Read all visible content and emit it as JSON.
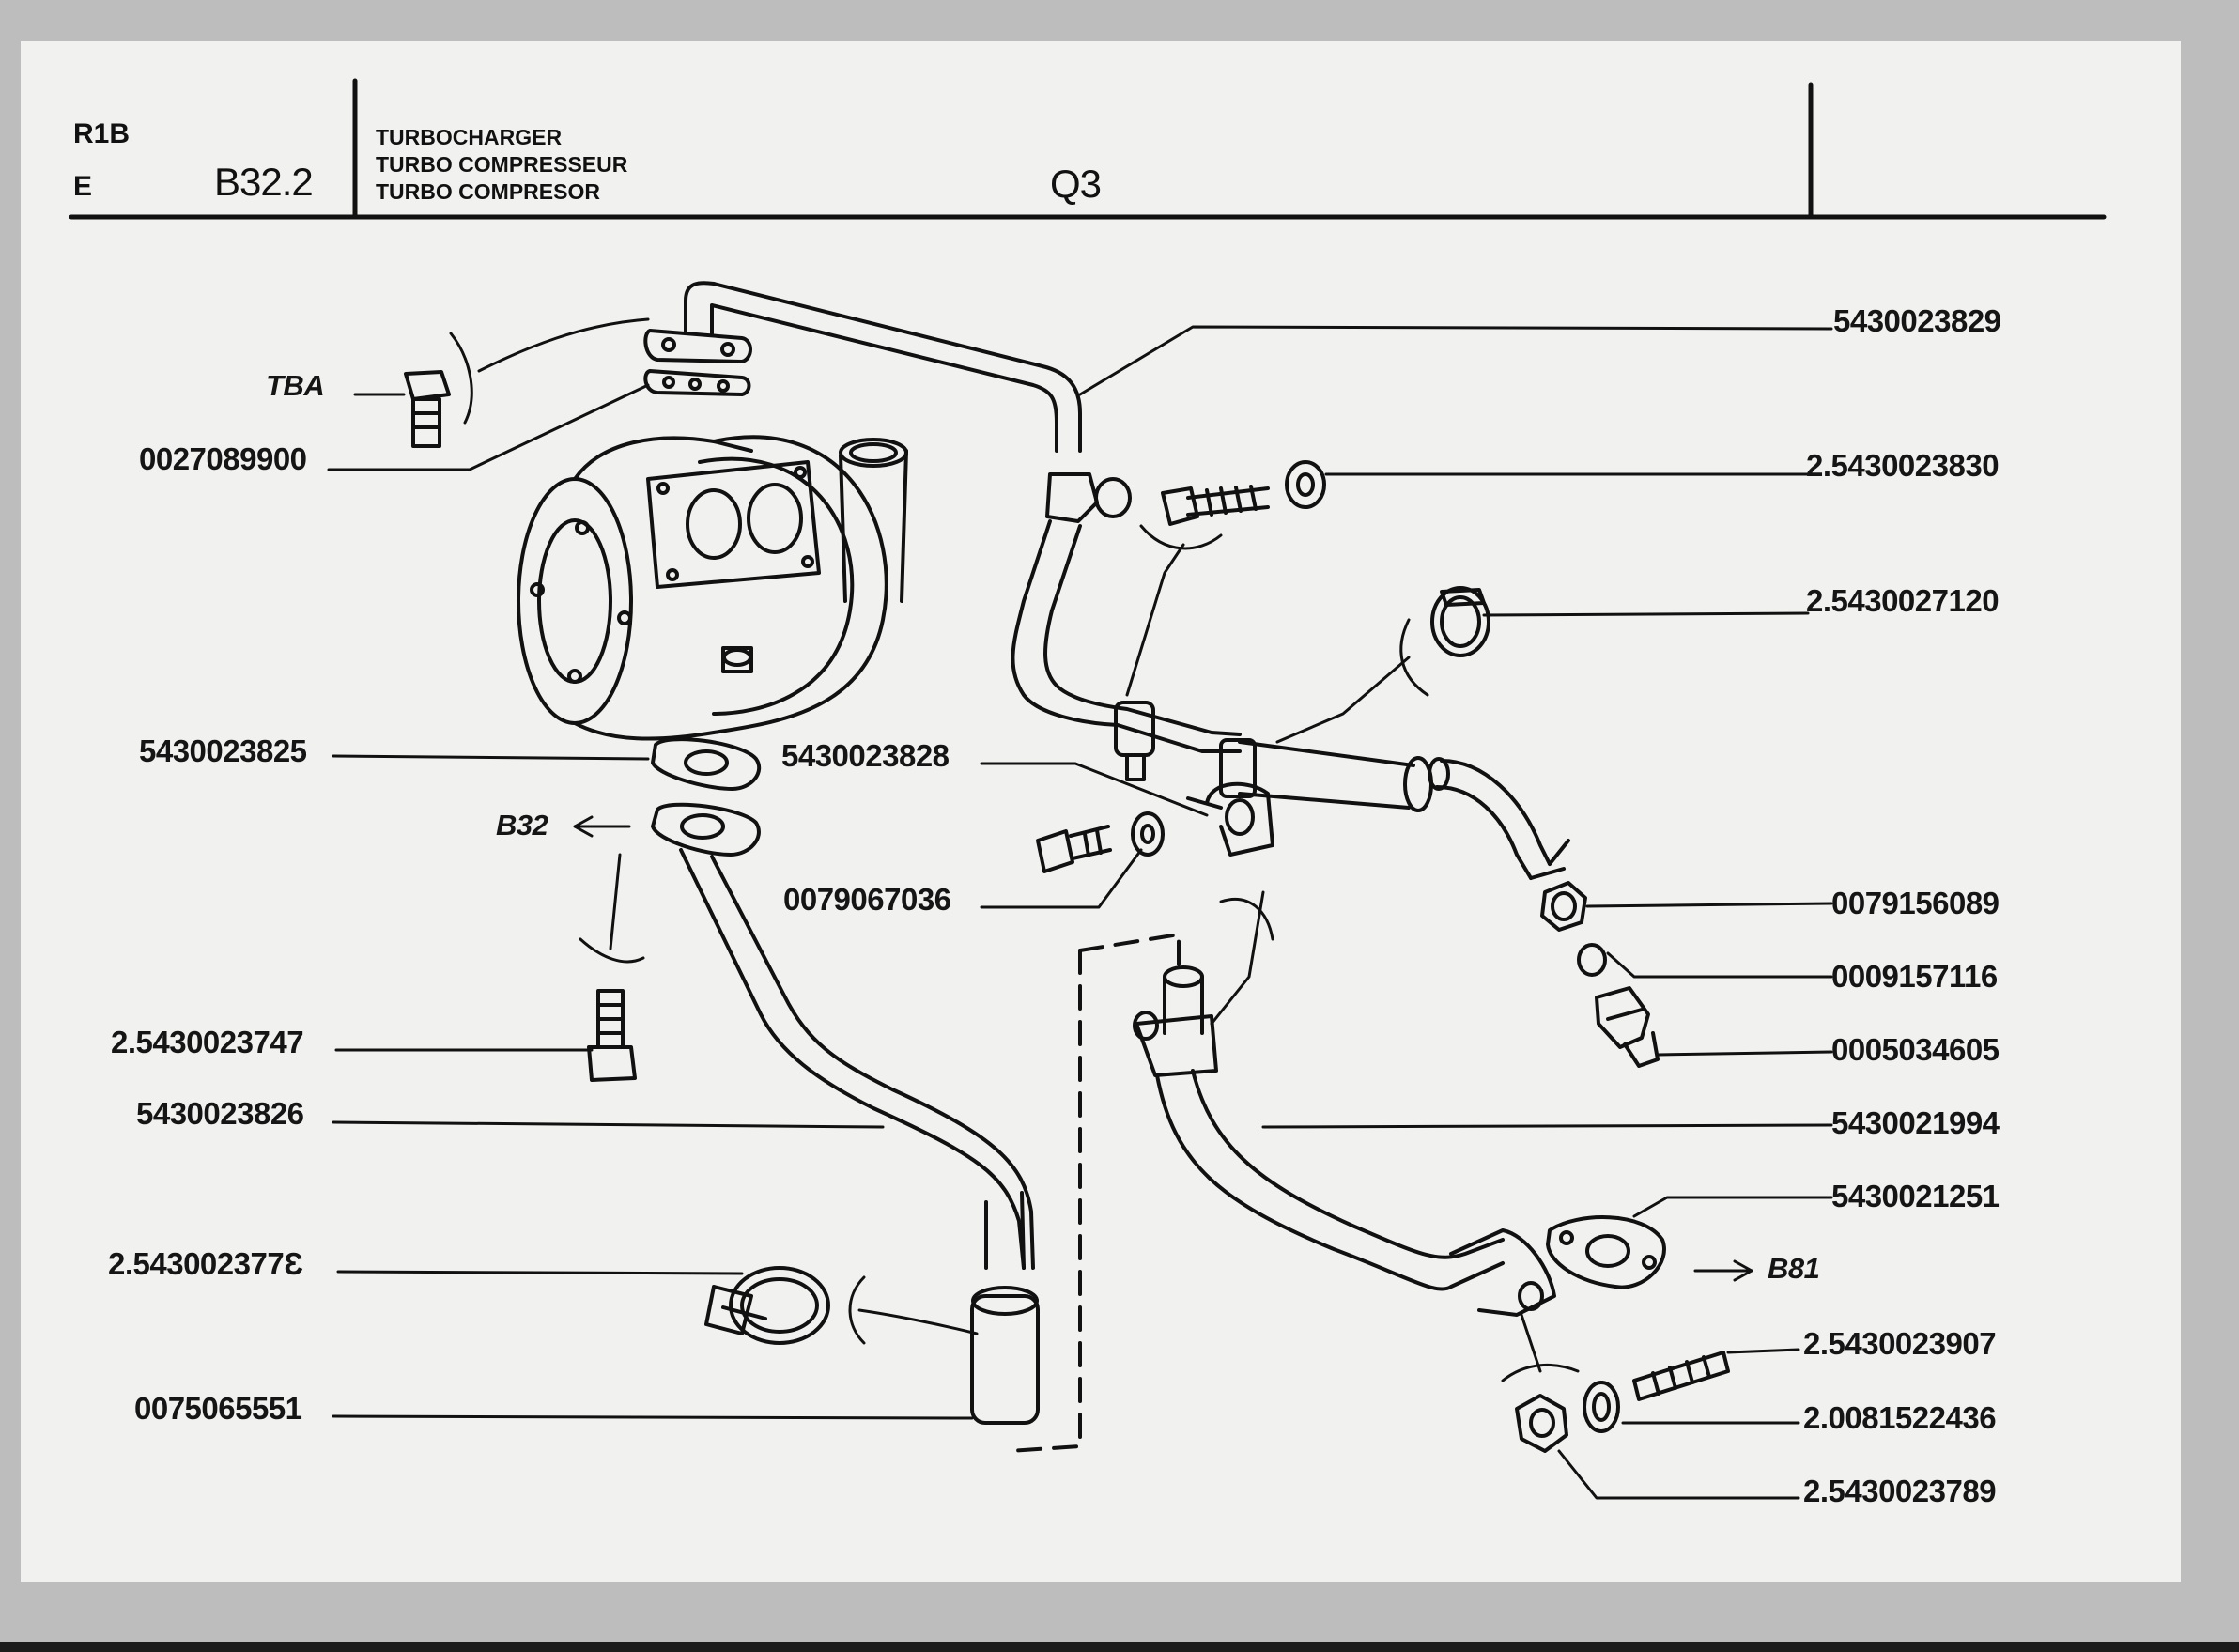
{
  "header": {
    "code_top": "R1B",
    "code_bottom": "E",
    "section": "B32.2",
    "titles": [
      "TURBOCHARGER",
      "TURBO COMPRESSEUR",
      "TURBO COMPRESOR"
    ],
    "model": "Q3"
  },
  "refs": {
    "tba": "TBA",
    "b32": "B32",
    "b81": "B81"
  },
  "parts_left": [
    "0027089900",
    "5430023825",
    "2.5430023747",
    "5430023826",
    "2.543002377Ɛ",
    "0075065551"
  ],
  "parts_center": [
    "5430023828",
    "0079067036"
  ],
  "parts_right": [
    "5430023829",
    "2.5430023830",
    "2.5430027120",
    "0079156089",
    "0009157116",
    "0005034605",
    "5430021994",
    "5430021251",
    "2.5430023907",
    "2.0081522436",
    "2.5430023789"
  ]
}
